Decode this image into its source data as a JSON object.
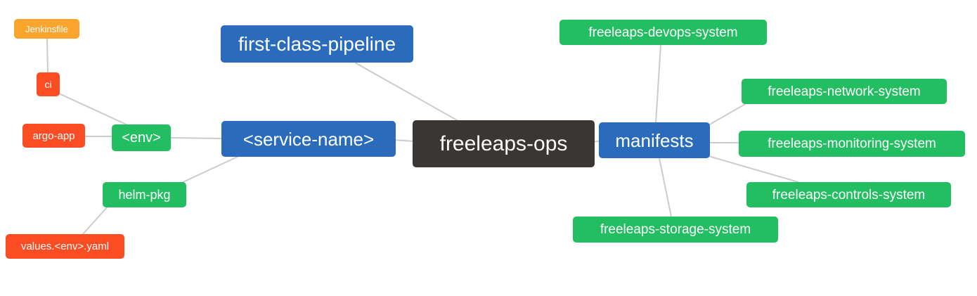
{
  "diagram": {
    "type": "mind-map",
    "root_label": "freeleaps-ops"
  },
  "colors": {
    "blue": "#2a6cbb",
    "green": "#22be61",
    "red": "#fb4d24",
    "orange": "#f9a42c",
    "dark": "#3a3633",
    "edge_gray": "#cccccc",
    "text": "#ffffff"
  },
  "nodes": [
    {
      "id": "jenkinsfile",
      "label": "Jenkinsfile",
      "color": "#f9a42c"
    },
    {
      "id": "ci",
      "label": "ci",
      "color": "#fb4d24"
    },
    {
      "id": "argo-app",
      "label": "argo-app",
      "color": "#fb4d24"
    },
    {
      "id": "env",
      "label": "<env>",
      "color": "#22be61"
    },
    {
      "id": "helm-pkg",
      "label": "helm-pkg",
      "color": "#22be61"
    },
    {
      "id": "values-env-yaml",
      "label": "values.<env>.yaml",
      "color": "#fb4d24"
    },
    {
      "id": "first-class-pipeline",
      "label": "first-class-pipeline",
      "color": "#2a6cbb"
    },
    {
      "id": "service-name",
      "label": "<service-name>",
      "color": "#2a6cbb"
    },
    {
      "id": "freeleaps-ops",
      "label": "freeleaps-ops",
      "color": "#3a3633"
    },
    {
      "id": "manifests",
      "label": "manifests",
      "color": "#2a6cbb"
    },
    {
      "id": "freeleaps-devops-system",
      "label": "freeleaps-devops-system",
      "color": "#22be61"
    },
    {
      "id": "freeleaps-network-system",
      "label": "freeleaps-network-system",
      "color": "#22be61"
    },
    {
      "id": "freeleaps-monitoring-system",
      "label": "freeleaps-monitoring-system",
      "color": "#22be61"
    },
    {
      "id": "freeleaps-controls-system",
      "label": "freeleaps-controls-system",
      "color": "#22be61"
    },
    {
      "id": "freeleaps-storage-system",
      "label": "freeleaps-storage-system",
      "color": "#22be61"
    }
  ],
  "edges": [
    {
      "from": "jenkinsfile",
      "to": "ci"
    },
    {
      "from": "ci",
      "to": "env"
    },
    {
      "from": "argo-app",
      "to": "env"
    },
    {
      "from": "env",
      "to": "service-name"
    },
    {
      "from": "service-name",
      "to": "helm-pkg"
    },
    {
      "from": "helm-pkg",
      "to": "values-env-yaml"
    },
    {
      "from": "first-class-pipeline",
      "to": "freeleaps-ops"
    },
    {
      "from": "service-name",
      "to": "freeleaps-ops"
    },
    {
      "from": "freeleaps-ops",
      "to": "manifests"
    },
    {
      "from": "manifests",
      "to": "freeleaps-devops-system"
    },
    {
      "from": "manifests",
      "to": "freeleaps-network-system"
    },
    {
      "from": "manifests",
      "to": "freeleaps-monitoring-system"
    },
    {
      "from": "manifests",
      "to": "freeleaps-controls-system"
    },
    {
      "from": "manifests",
      "to": "freeleaps-storage-system"
    }
  ]
}
